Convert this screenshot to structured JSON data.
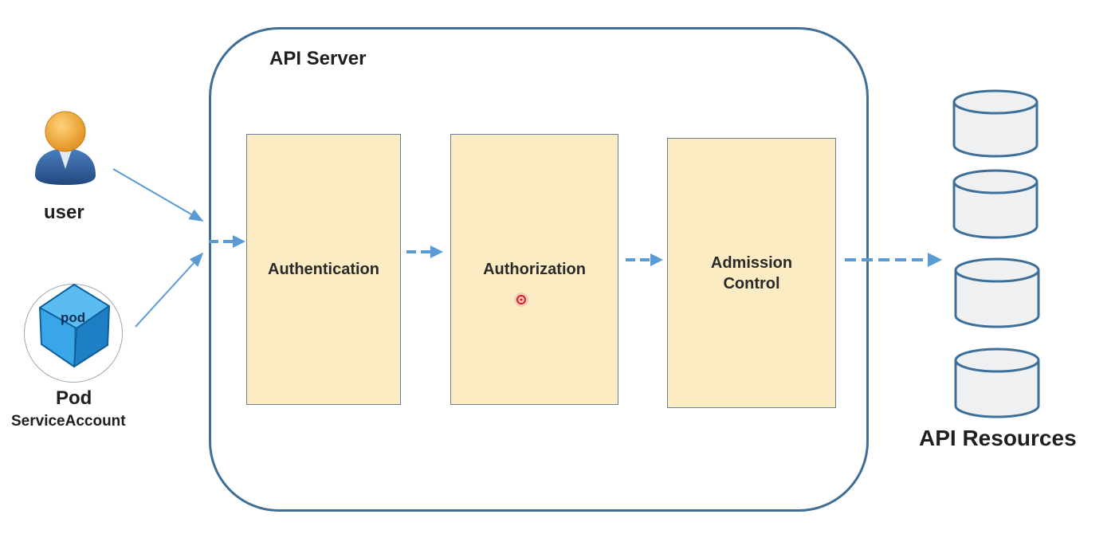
{
  "api_server": {
    "title": "API Server"
  },
  "actors": {
    "user": {
      "label": "user",
      "icon": "user-icon"
    },
    "pod": {
      "badge": "pod",
      "label": "Pod",
      "sublabel": "ServiceAccount",
      "icon": "pod-cube-icon"
    }
  },
  "stages": [
    {
      "label": "Authentication"
    },
    {
      "label": "Authorization"
    },
    {
      "label_line1": "Admission",
      "label_line2": "Control"
    }
  ],
  "resources": {
    "label": "API Resources",
    "icon": "database-icon"
  },
  "colors": {
    "server_border": "#3f6e96",
    "stage_fill": "#fcecc4",
    "arrow": "#5b9bd5",
    "cylinder_stroke": "#3d6f99",
    "cylinder_fill": "#eef0f2",
    "user_head": "#f0a43a",
    "user_body": "#2f5f9e",
    "pod_cube": "#2a8fd6"
  }
}
